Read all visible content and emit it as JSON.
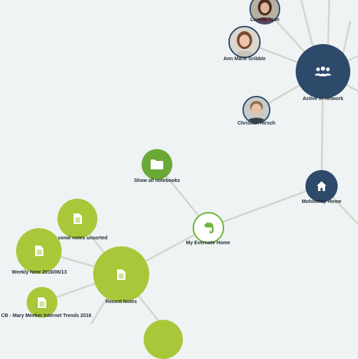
{
  "nodes": {
    "loretta": {
      "label": "Loretta Jean"
    },
    "ann_marie": {
      "label": "Ann Marie Gribble"
    },
    "active_network": {
      "label": "Active in network",
      "icon": "people-icon"
    },
    "christian": {
      "label": "Christian Hirsch"
    },
    "show_all_notebooks": {
      "label": "Show all notebooks",
      "icon": "folder-icon"
    },
    "mohiomap_home": {
      "label": "Mohiomap Home",
      "icon": "home-icon"
    },
    "my_evernote_home": {
      "label": "My Evernote Home",
      "icon": "evernote-elephant-icon"
    },
    "personal_notes": {
      "label": "sonal notes unsorted",
      "icon": "document-icon"
    },
    "weekly_note": {
      "label": "Weekly Note 2016/06/13",
      "icon": "document-icon"
    },
    "recent_notes": {
      "label": "Recent Notes",
      "icon": "document-icon"
    },
    "mary_meeker": {
      "label": "CB - Mary Meeker Internet Trends 2016",
      "icon": "document-icon"
    }
  },
  "colors": {
    "background": "#eff3f4",
    "note_green": "#a8c83a",
    "folder_green": "#6aa838",
    "navy": "#2e4a6b",
    "edge": "#d3d5cb"
  }
}
